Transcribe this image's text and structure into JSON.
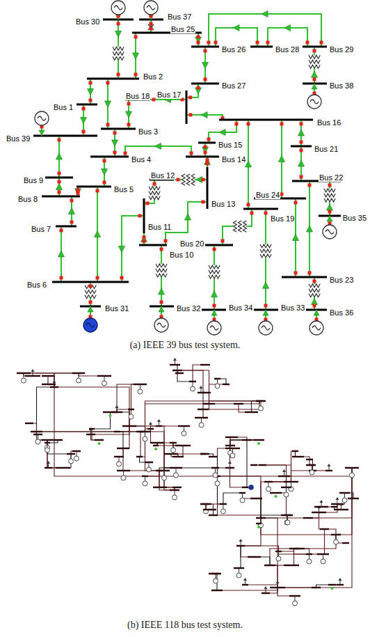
{
  "diagram": {
    "labels": [
      "Bus 30",
      "Bus 37",
      "Bus 25",
      "Bus 2",
      "Bus 26",
      "Bus 28",
      "Bus 29",
      "Bus 27",
      "Bus 38",
      "Bus 1",
      "Bus 18",
      "Bus 17",
      "Bus 3",
      "Bus 39",
      "Bus 16",
      "Bus 15",
      "Bus 21",
      "Bus 4",
      "Bus 14",
      "Bus 12",
      "Bus 9",
      "Bus 5",
      "Bus 22",
      "Bus 24",
      "Bus 13",
      "Bus 8",
      "Bus 19",
      "Bus 35",
      "Bus 7",
      "Bus 11",
      "Bus 10",
      "Bus 20",
      "Bus 23",
      "Bus 6",
      "Bus 31",
      "Bus 32",
      "Bus 34",
      "Bus 33",
      "Bus 36",
      "(a) IEEE 39 bus test system.",
      "(b) IEEE 118 bus test system."
    ]
  }
}
